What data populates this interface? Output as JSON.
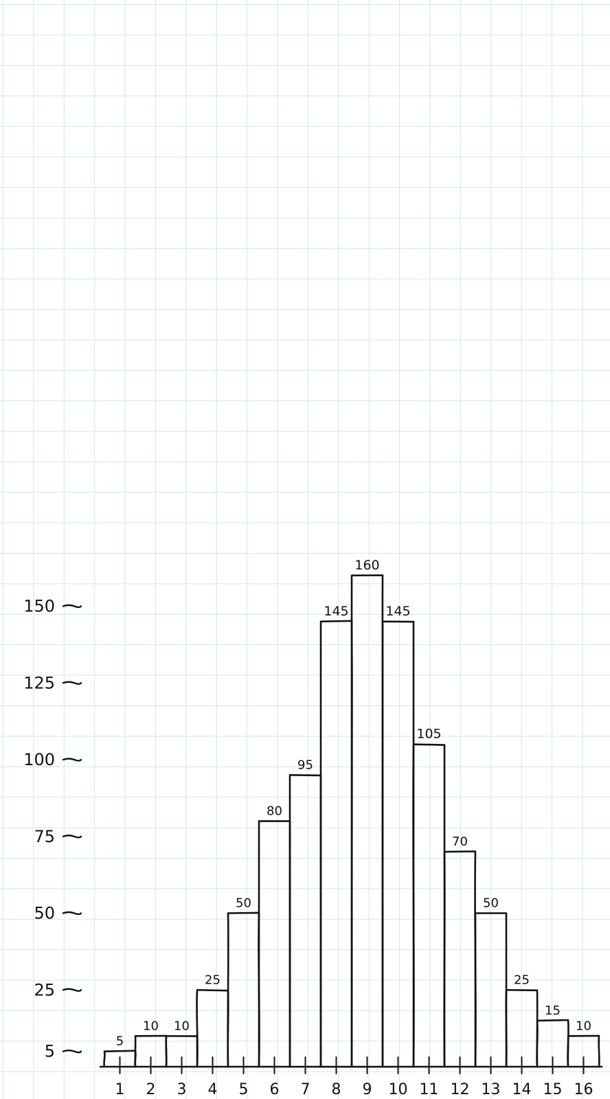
{
  "chart_data": {
    "type": "bar",
    "categories": [
      "1",
      "2",
      "3",
      "4",
      "5",
      "6",
      "7",
      "8",
      "9",
      "10",
      "11",
      "12",
      "13",
      "14",
      "15",
      "16"
    ],
    "values": [
      5,
      10,
      10,
      25,
      50,
      80,
      95,
      145,
      160,
      145,
      105,
      70,
      50,
      25,
      15,
      10
    ],
    "data_labels": [
      "5",
      "10",
      "10",
      "25",
      "50",
      "80",
      "95",
      "145",
      "160",
      "145",
      "105",
      "70",
      "50",
      "25",
      "15",
      "10"
    ],
    "title": "",
    "xlabel": "",
    "ylabel": "",
    "y_ticks": [
      {
        "value": 5,
        "label": "5"
      },
      {
        "value": 25,
        "label": "25"
      },
      {
        "value": 50,
        "label": "50"
      },
      {
        "value": 75,
        "label": "75"
      },
      {
        "value": 100,
        "label": "100"
      },
      {
        "value": 125,
        "label": "125"
      },
      {
        "value": 150,
        "label": "150"
      }
    ],
    "ylim": [
      0,
      170
    ],
    "grid": true,
    "legend": "none"
  }
}
